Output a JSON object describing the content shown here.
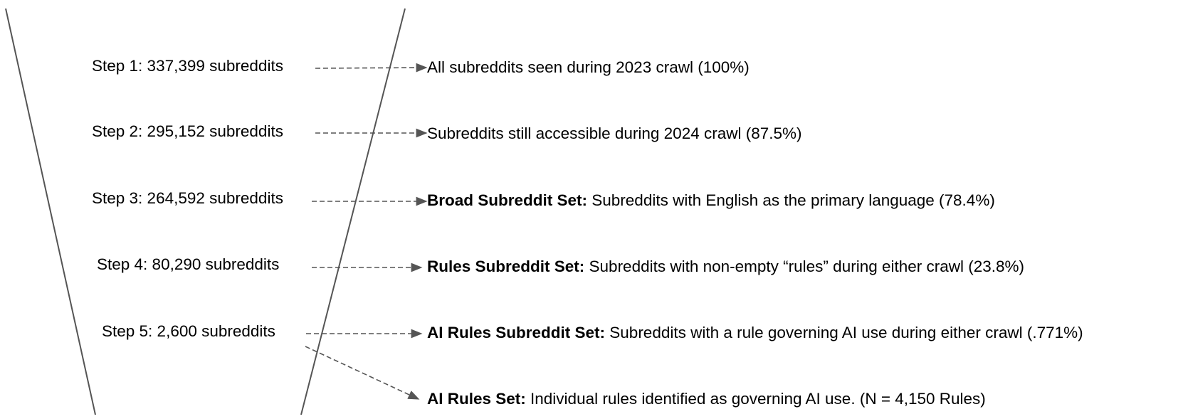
{
  "steps": [
    {
      "label": "Step 1: 337,399 subreddits",
      "desc_bold": "",
      "desc": "All subreddits seen during 2023 crawl (100%)"
    },
    {
      "label": "Step 2: 295,152 subreddits",
      "desc_bold": "",
      "desc": "Subreddits still accessible during 2024 crawl (87.5%)"
    },
    {
      "label": "Step 3: 264,592 subreddits",
      "desc_bold": "Broad Subreddit Set:",
      "desc": " Subreddits with English as the primary language (78.4%)"
    },
    {
      "label": "Step 4: 80,290 subreddits",
      "desc_bold": "Rules Subreddit Set:",
      "desc": " Subreddits with non-empty “rules” during either crawl (23.8%)"
    },
    {
      "label": "Step 5: 2,600 subreddits",
      "desc_bold": "AI Rules Subreddit Set:",
      "desc": " Subreddits with a rule governing AI use during either crawl (.771%)"
    }
  ],
  "final": {
    "desc_bold": "AI Rules Set:",
    "desc": " Individual rules identified as governing AI use. (N = 4,150 Rules)"
  },
  "colors": {
    "line": "#555555",
    "arrow": "#555555"
  }
}
